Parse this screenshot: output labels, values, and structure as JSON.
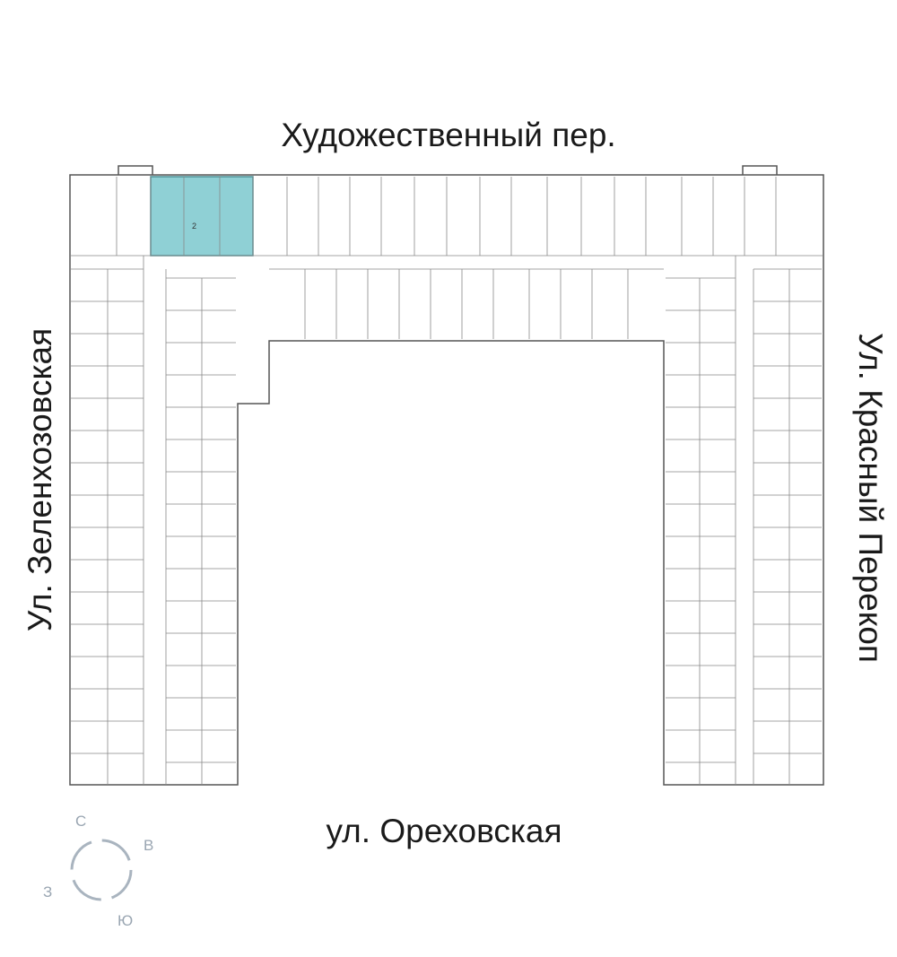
{
  "streets": {
    "north": "Художественный пер.",
    "south": "ул. Ореховская",
    "west": "Ул. Зеленхозовская",
    "east": "Ул. Красный Перекоп"
  },
  "compass": {
    "north": "С",
    "east": "В",
    "south": "Ю",
    "west": "З"
  },
  "highlight_color": "#8fd0d5",
  "selected_apartment": {
    "rooms": "2"
  }
}
